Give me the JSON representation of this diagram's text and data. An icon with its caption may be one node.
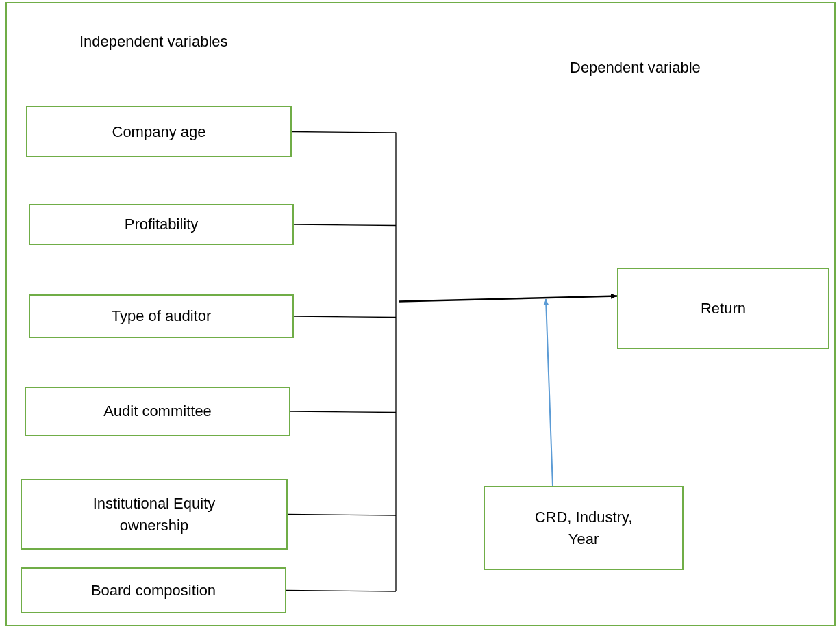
{
  "diagram": {
    "nodes": [
      {
        "text": [
          "Company age"
        ]
      },
      {
        "text": [
          "Profitability"
        ]
      },
      {
        "text": [
          "Type of auditor"
        ]
      },
      {
        "text": [
          "Audit committee"
        ]
      },
      {
        "text": [
          "Institutional Equity ownership"
        ]
      },
      {
        "text": [
          "Board composition"
        ]
      },
      {
        "text": [
          "Return"
        ]
      },
      {
        "text": [
          "CRD, Industry, Year"
        ]
      }
    ],
    "edges": [
      {
        "from": 0,
        "to": 6,
        "arrow": "to"
      },
      {
        "from": 1,
        "to": 6,
        "arrow": "to"
      },
      {
        "from": 2,
        "to": 6,
        "arrow": "to"
      },
      {
        "from": 3,
        "to": 6,
        "arrow": "to"
      },
      {
        "from": 4,
        "to": 6,
        "arrow": "to"
      },
      {
        "from": 5,
        "to": 6,
        "arrow": "to"
      },
      {
        "from": 7,
        "to": null,
        "arrow": "to",
        "color": "#5b9bd5"
      }
    ],
    "labels": [
      "Independent variables",
      "Dependent variable"
    ]
  }
}
